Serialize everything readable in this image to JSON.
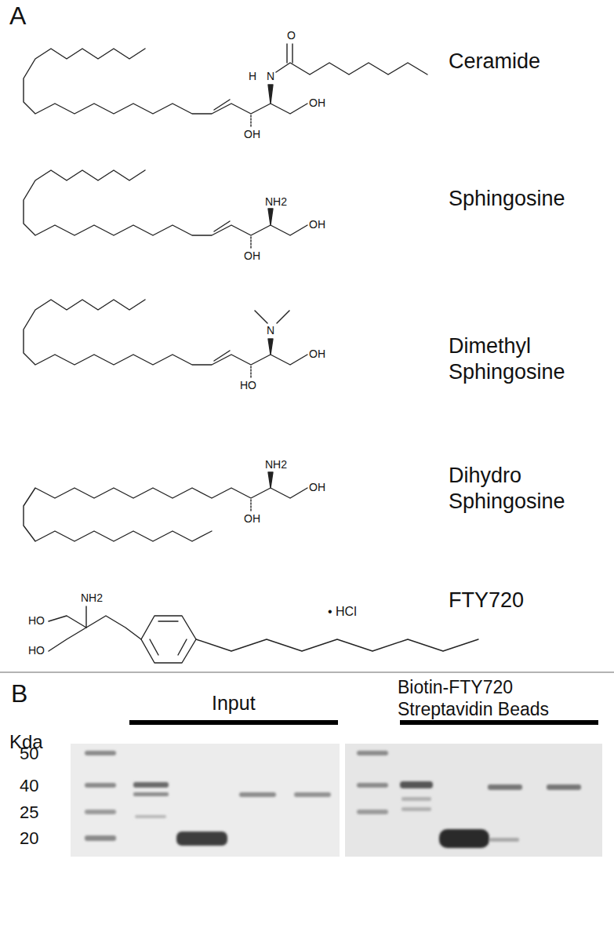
{
  "diagram": {
    "labels": [
      "A",
      "Ceramide",
      "H",
      "N",
      "O",
      "OH",
      "OH",
      "Sphingosine",
      "NH2",
      "OH",
      "OH",
      "Dimethyl Sphingosine",
      "N",
      "OH",
      "HO",
      "Dihydro Sphingosine",
      "NH2",
      "OH",
      "OH",
      "FTY720",
      "NH2",
      "HO",
      "HO",
      "• HCl",
      "B",
      "Input",
      "Biotin-FTY720 Streptavidin Beads",
      "Kda",
      "50",
      "40",
      "25",
      "20"
    ]
  }
}
